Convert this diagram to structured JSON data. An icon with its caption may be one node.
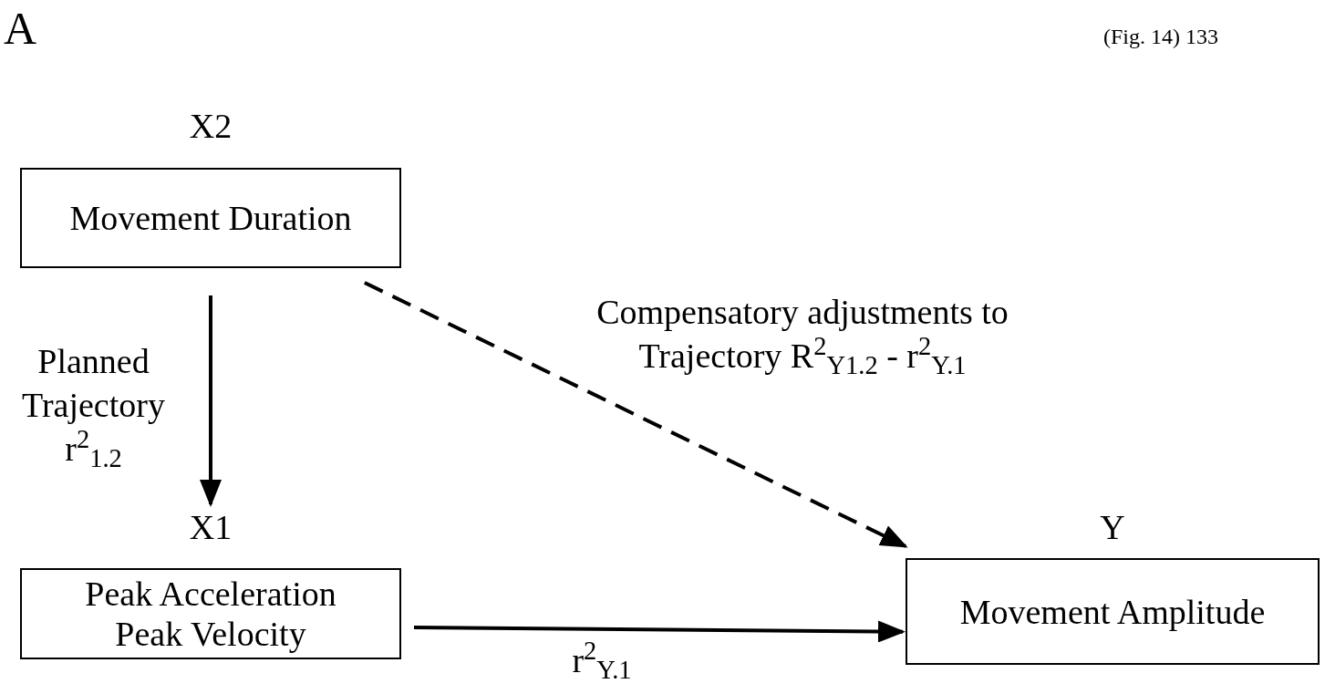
{
  "diagram": {
    "nodes": [
      {
        "text": [
          "X2",
          "Movement Duration"
        ]
      },
      {
        "text": [
          "X1",
          "Peak Acceleration Peak Velocity"
        ]
      },
      {
        "text": [
          "Y",
          "Movement Amplitude"
        ]
      }
    ],
    "edges": [
      {
        "from": 0,
        "to": 1,
        "arrow": "to",
        "label": "Planned Trajectory r$^{2}$$_{1.2}$"
      },
      {
        "from": 0,
        "to": 2,
        "arrow": "to",
        "style": "dashed",
        "label": "Compensatory adjustments to Trajectory R$^{2}$$_{Y1.2}$ - r$^{2}$$_{Y.1}$"
      },
      {
        "from": 1,
        "to": 2,
        "arrow": "to",
        "label": "r$^{2}$$_{Y.1}$"
      }
    ],
    "labels": [
      "A",
      "(Fig. 14) 133"
    ]
  }
}
